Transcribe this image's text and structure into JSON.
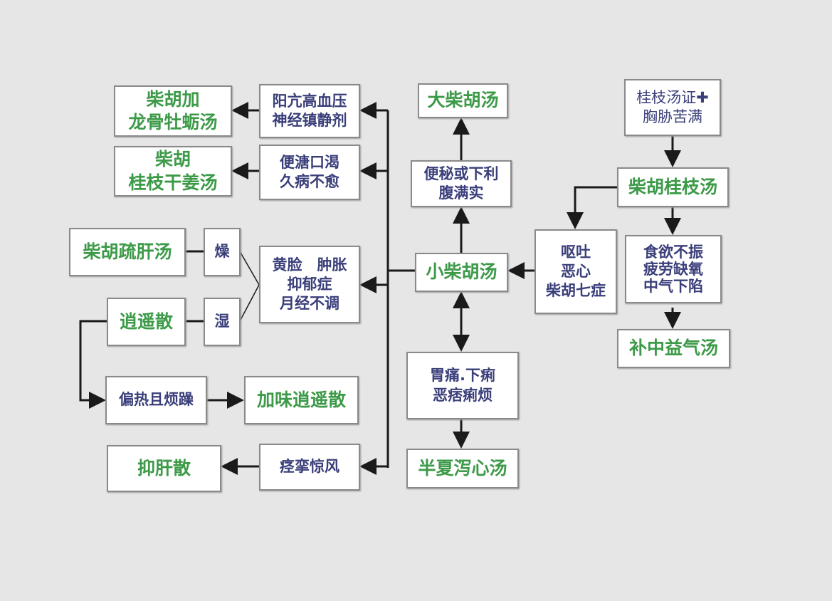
{
  "nodes": {
    "longgu": [
      "柴胡加",
      "龙骨牡蛎汤"
    ],
    "yangkang": [
      "阳亢高血压",
      "神经镇静剂"
    ],
    "ganjiang": [
      "柴胡",
      "桂枝干姜汤"
    ],
    "biantang": [
      "便溏口渴",
      "久病不愈"
    ],
    "shugan": [
      "柴胡疏肝汤"
    ],
    "zao": [
      "燥"
    ],
    "huanglian": [
      "黄脸　肿胀",
      "抑郁症",
      "月经不调"
    ],
    "xiaoyao": [
      "逍遥散"
    ],
    "shi": [
      "湿"
    ],
    "pianre": [
      "偏热且烦躁"
    ],
    "jiawei": [
      "加味逍遥散"
    ],
    "yigan": [
      "抑肝散"
    ],
    "jingluan": [
      "痉挛惊风"
    ],
    "dachaihu": [
      "大柴胡汤"
    ],
    "bianmi": [
      "便秘或下利",
      "腹满实"
    ],
    "xiaochaihu": [
      "小柴胡汤"
    ],
    "weitong": [
      "胃痛.下痢",
      "恶痞痢烦"
    ],
    "banxia": [
      "半夏泻心汤"
    ],
    "outu": [
      "呕吐",
      "恶心",
      "柴胡七症"
    ],
    "guizhizheng": [
      "桂枝汤证✚",
      "胸胁苦满"
    ],
    "chaihuguizhi": [
      "柴胡桂枝汤"
    ],
    "shiyu": [
      "食欲不振",
      "疲劳缺氧",
      "中气下陷"
    ],
    "buzhong": [
      "补中益气汤"
    ]
  },
  "colors": {
    "formula": "#3c9a48",
    "symptom": "#3a3f7a",
    "line": "#1a1a1a"
  }
}
